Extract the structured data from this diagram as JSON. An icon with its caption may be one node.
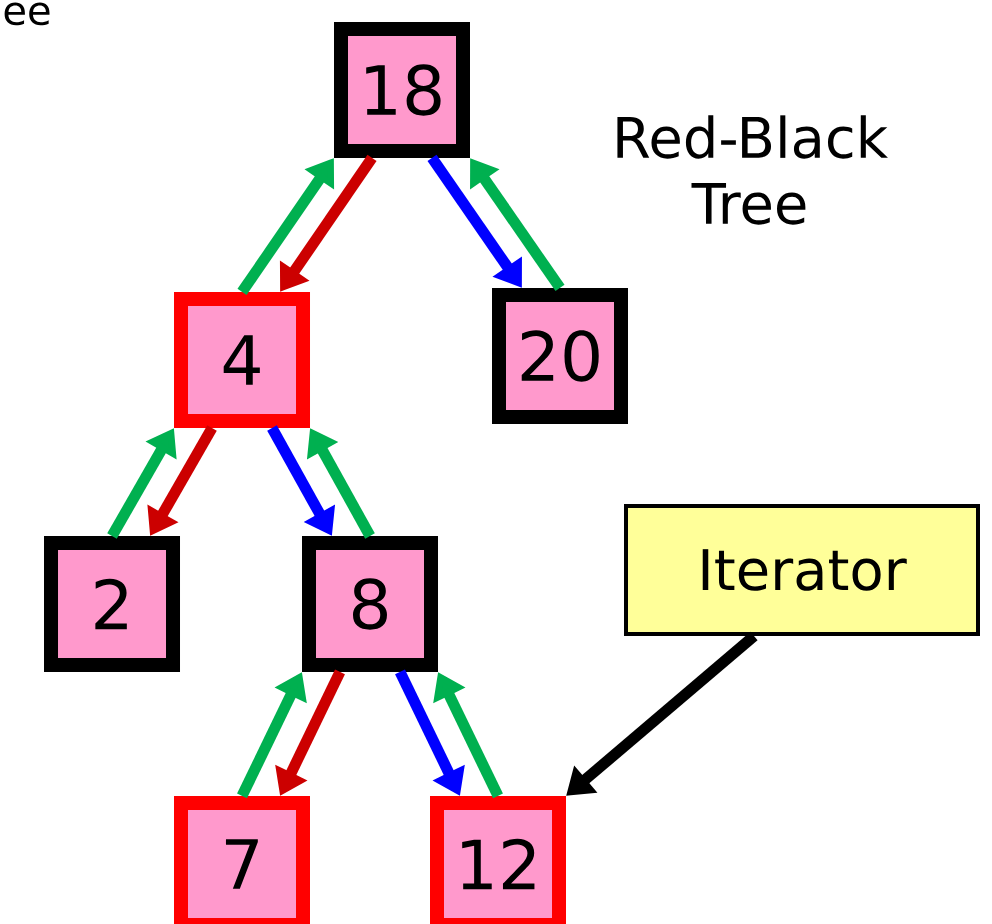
{
  "diagram": {
    "title": "Red-Black Tree",
    "nodes": [
      {
        "text": [
          "18"
        ]
      },
      {
        "text": [
          "4"
        ]
      },
      {
        "text": [
          "20"
        ]
      },
      {
        "text": [
          "2"
        ]
      },
      {
        "text": [
          "8"
        ]
      },
      {
        "text": [
          "7"
        ]
      },
      {
        "text": [
          "12"
        ]
      },
      {
        "text": [
          "Iterator"
        ]
      }
    ],
    "edges": [
      {
        "from": 0,
        "to": 1,
        "arrow": "to",
        "color": "#cc0000"
      },
      {
        "from": 1,
        "to": 0,
        "arrow": "to",
        "color": "#00b050"
      },
      {
        "from": 0,
        "to": 2,
        "arrow": "to",
        "color": "#0000ff"
      },
      {
        "from": 2,
        "to": 0,
        "arrow": "to",
        "color": "#00b050"
      },
      {
        "from": 1,
        "to": 3,
        "arrow": "to",
        "color": "#cc0000"
      },
      {
        "from": 3,
        "to": 1,
        "arrow": "to",
        "color": "#00b050"
      },
      {
        "from": 1,
        "to": 4,
        "arrow": "to",
        "color": "#0000ff"
      },
      {
        "from": 4,
        "to": 1,
        "arrow": "to",
        "color": "#00b050"
      },
      {
        "from": 4,
        "to": 5,
        "arrow": "to",
        "color": "#cc0000"
      },
      {
        "from": 5,
        "to": 4,
        "arrow": "to",
        "color": "#00b050"
      },
      {
        "from": 4,
        "to": 6,
        "arrow": "to",
        "color": "#0000ff"
      },
      {
        "from": 6,
        "to": 4,
        "arrow": "to",
        "color": "#00b050"
      },
      {
        "from": 7,
        "to": 6,
        "arrow": "to",
        "color": "#000000"
      }
    ],
    "labels": [
      "ee"
    ]
  }
}
